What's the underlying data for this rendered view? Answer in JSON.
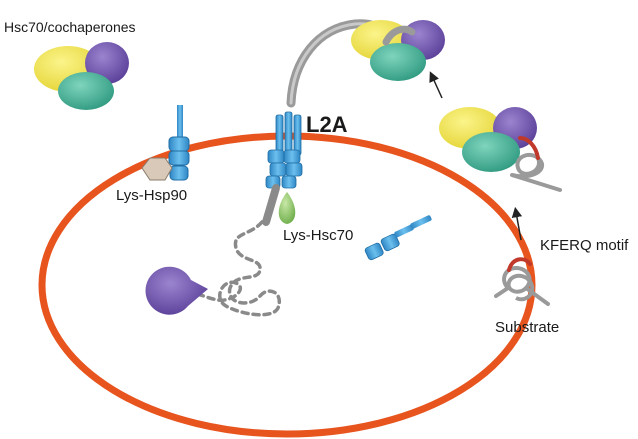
{
  "labels": {
    "hsc70_cochaperones": "Hsc70/cochaperones",
    "l2a": "L2A",
    "lys_hsp90": "Lys-Hsp90",
    "lys_hsc70": "Lys-Hsc70",
    "kferq_motif": "KFERQ motif",
    "substrate": "Substrate"
  },
  "colors": {
    "lysosome_membrane": "#e8541e",
    "hsc70_teal": "#3fae94",
    "cochaperone_yellow": "#efe34c",
    "cochaperone_purple": "#6b4fa7",
    "receptor_blue": "#3a9ad6",
    "lys_hsc70_green": "#8cc36a",
    "hsp90_tan": "#d9c9b8",
    "kferq_red": "#c0392b",
    "substrate_gray": "#9a9a9a"
  },
  "icons": [
    "protease-pacman-icon",
    "cochaperone-complex-icon",
    "substrate-coil-icon",
    "receptor-l2a-icon"
  ]
}
